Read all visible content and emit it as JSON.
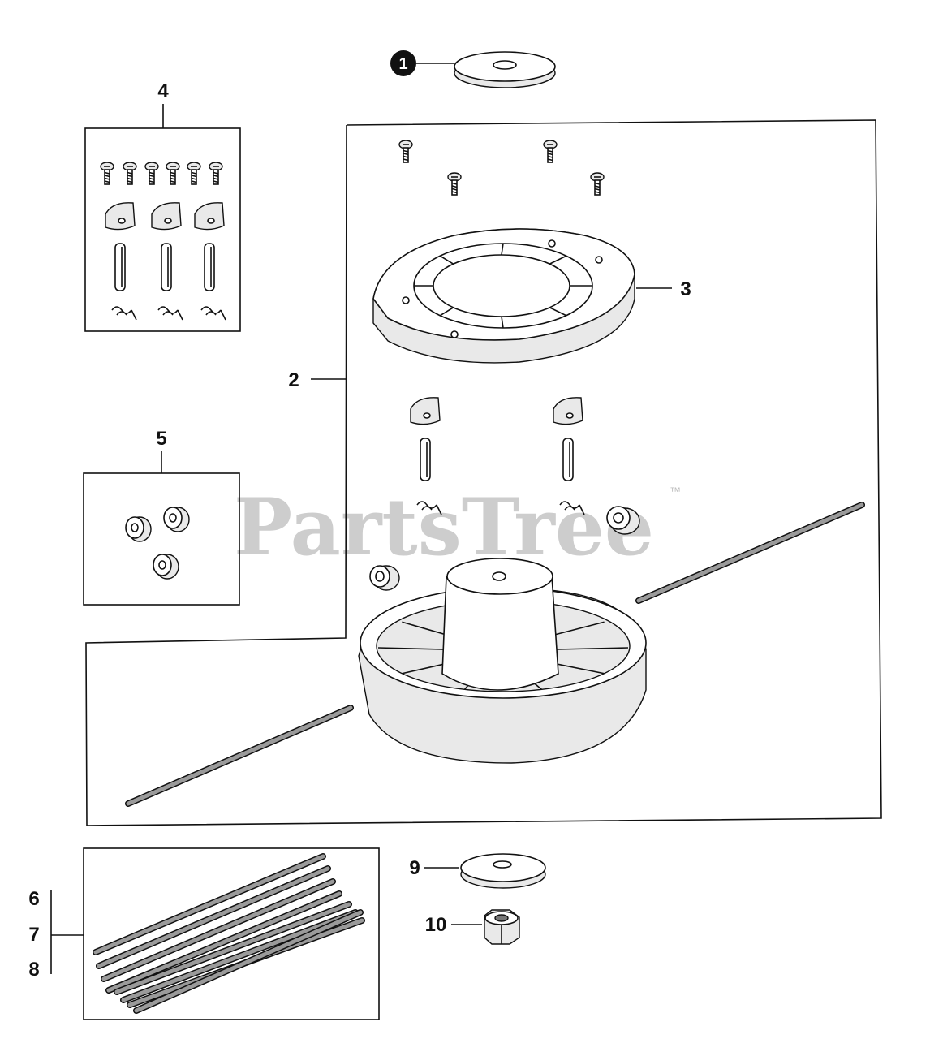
{
  "diagram": {
    "callouts": {
      "c1": "1",
      "c2": "2",
      "c3": "3",
      "c4": "4",
      "c5": "5",
      "c6": "6",
      "c7": "7",
      "c8": "8",
      "c9": "9",
      "c10": "10"
    },
    "watermark": {
      "text": "PartsTree",
      "trademark": "™"
    }
  }
}
